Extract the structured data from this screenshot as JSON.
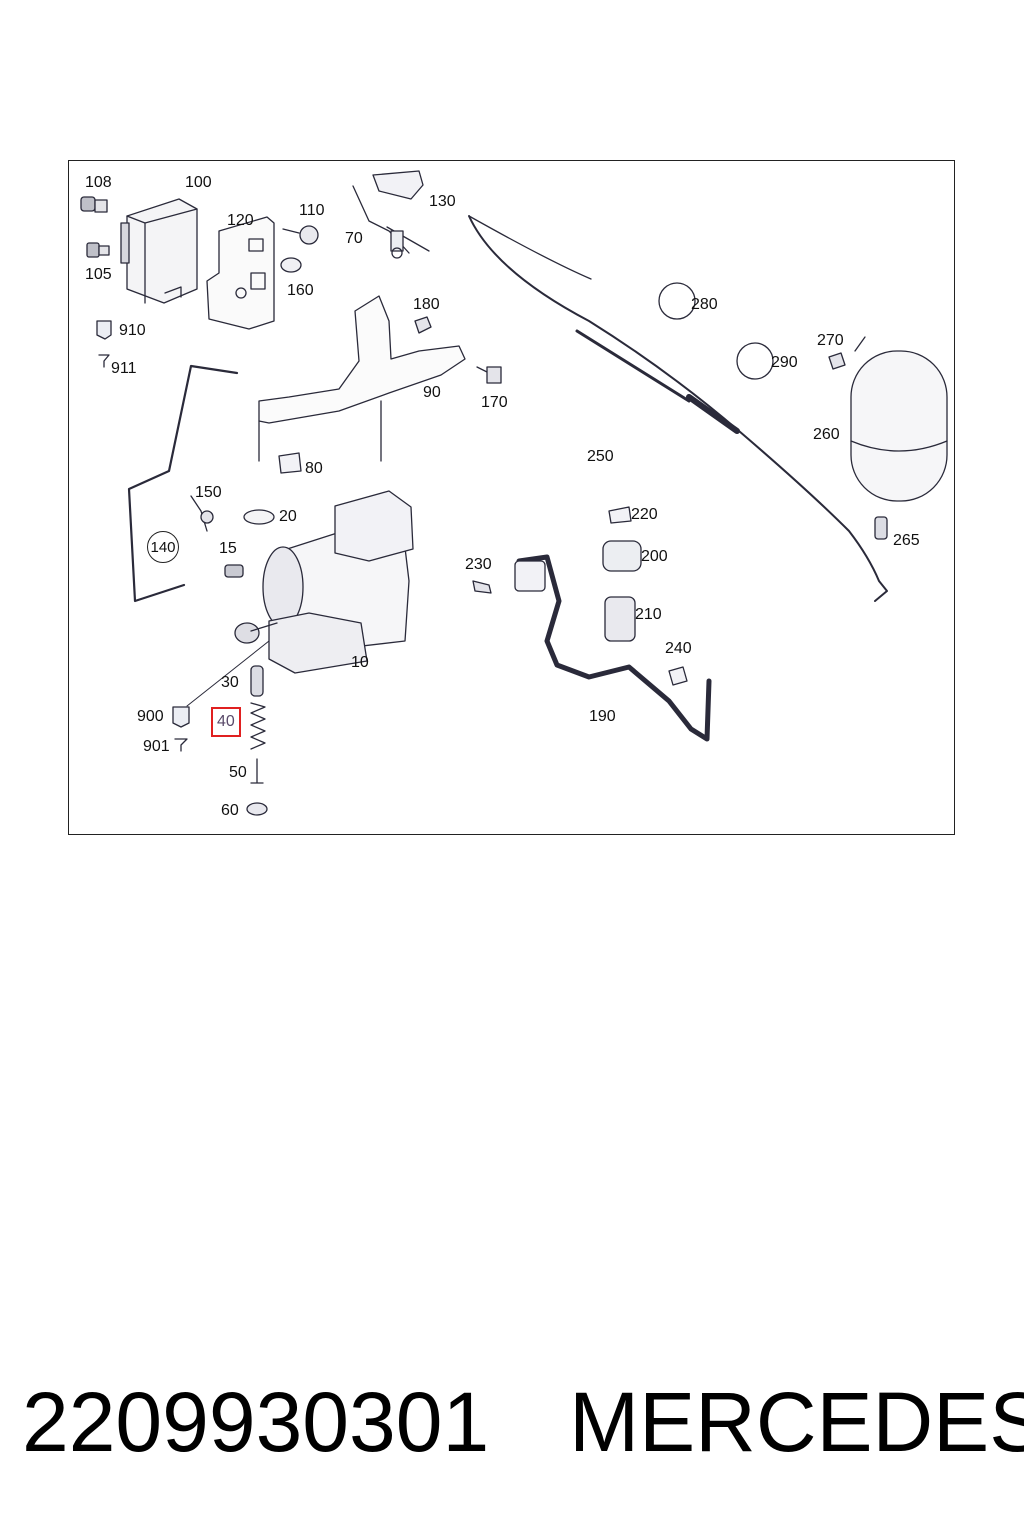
{
  "diagram": {
    "callouts": [
      {
        "id": "108",
        "text": "108"
      },
      {
        "id": "100",
        "text": "100"
      },
      {
        "id": "105",
        "text": "105"
      },
      {
        "id": "910",
        "text": "910"
      },
      {
        "id": "911",
        "text": "911"
      },
      {
        "id": "120",
        "text": "120"
      },
      {
        "id": "110",
        "text": "110"
      },
      {
        "id": "160",
        "text": "160"
      },
      {
        "id": "70",
        "text": "70"
      },
      {
        "id": "130",
        "text": "130"
      },
      {
        "id": "180",
        "text": "180"
      },
      {
        "id": "90",
        "text": "90"
      },
      {
        "id": "170",
        "text": "170"
      },
      {
        "id": "80",
        "text": "80"
      },
      {
        "id": "150",
        "text": "150"
      },
      {
        "id": "140",
        "text": "140"
      },
      {
        "id": "20",
        "text": "20"
      },
      {
        "id": "15",
        "text": "15"
      },
      {
        "id": "10",
        "text": "10"
      },
      {
        "id": "30",
        "text": "30"
      },
      {
        "id": "900",
        "text": "900"
      },
      {
        "id": "40",
        "text": "40",
        "highlighted": true
      },
      {
        "id": "901",
        "text": "901"
      },
      {
        "id": "50",
        "text": "50"
      },
      {
        "id": "60",
        "text": "60"
      },
      {
        "id": "280",
        "text": "280"
      },
      {
        "id": "290",
        "text": "290"
      },
      {
        "id": "270",
        "text": "270"
      },
      {
        "id": "260",
        "text": "260"
      },
      {
        "id": "250",
        "text": "250"
      },
      {
        "id": "265",
        "text": "265"
      },
      {
        "id": "220",
        "text": "220"
      },
      {
        "id": "200",
        "text": "200"
      },
      {
        "id": "230",
        "text": "230"
      },
      {
        "id": "210",
        "text": "210"
      },
      {
        "id": "240",
        "text": "240"
      },
      {
        "id": "190",
        "text": "190"
      }
    ],
    "highlight_color": "#e02020",
    "line_color": "#2a2a3a"
  },
  "footer": {
    "part_number": "2209930301",
    "brand": "MERCEDES"
  }
}
